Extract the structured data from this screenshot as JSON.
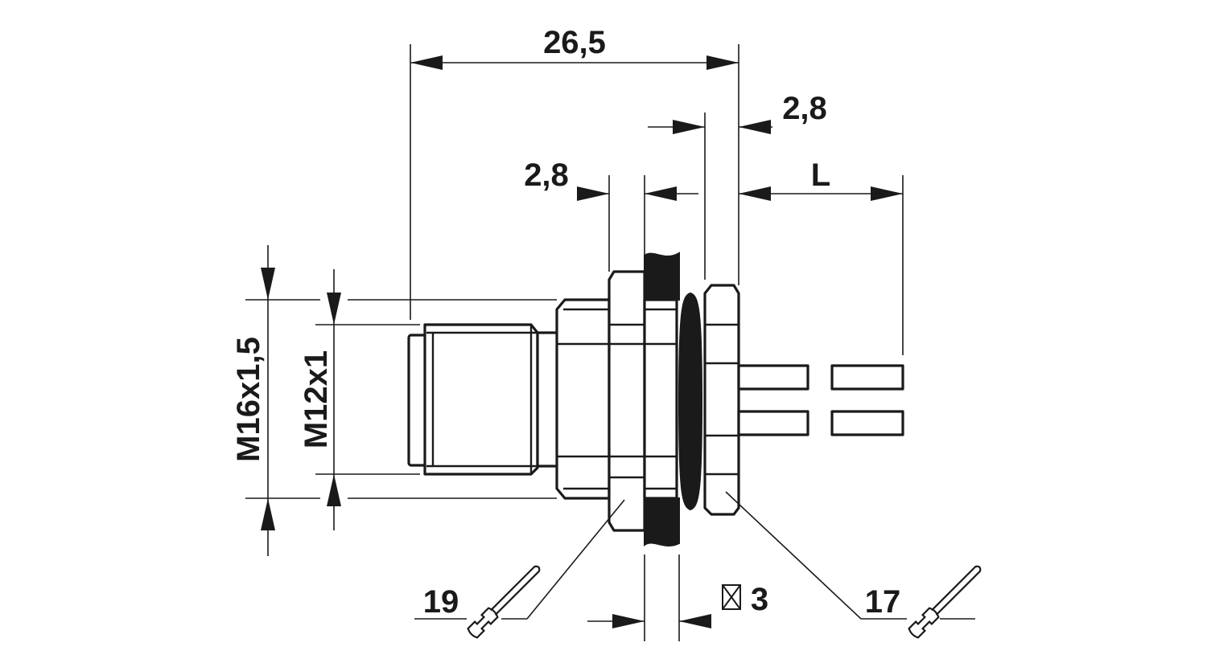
{
  "drawing": {
    "dimensions": {
      "overall_length": "26,5",
      "nut_gap_right": "2,8",
      "nut_gap_left": "2,8",
      "cable_length": "L",
      "outer_thread": "M16x1,5",
      "inner_thread": "M12x1",
      "panel_thickness_max": "3",
      "wrench_left": "19",
      "wrench_right": "17"
    },
    "colors": {
      "line": "#1a1a1a",
      "background": "#ffffff"
    },
    "icons": {
      "panel_thickness_symbol": "boxed-x-icon",
      "wrench": "open-end-wrench-icon"
    }
  }
}
